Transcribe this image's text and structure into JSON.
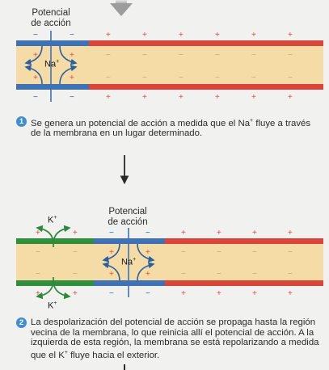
{
  "diagram1": {
    "label_line1": "Potencial",
    "label_line2": "de acción",
    "ion_label": "Na",
    "ion_charge": "+",
    "step_number": "1",
    "caption_part1": "Se genera un potencial de acción a medida que el Na",
    "caption_sup": "+",
    "caption_part2": " fluye a través de la membrana en un lugar determinado."
  },
  "diagram2": {
    "label_line1": "Potencial",
    "label_line2": "de acción",
    "ion_na_label": "Na",
    "ion_k_label": "K",
    "ion_charge": "+",
    "step_number": "2",
    "caption_part1": "La despolarización del potencial de acción se propaga hasta la región vecina de la membrana, lo que reinicia allí el potencial de acción. A la izquierda de esta región, la membrana se está repolarizando a medida que el K",
    "caption_sup": "+",
    "caption_part2": " fluye hacia el exterior."
  },
  "symbols": {
    "plus": "+",
    "minus": "−"
  },
  "colors": {
    "resting_red": "#d9453a",
    "depolarized_blue": "#3f72b5",
    "repolarizing_green": "#2f8f3a",
    "axoplasm": "#f5dca6",
    "inside_minus": "#d8b77a",
    "outside_plus": "#d84a4a",
    "arrow_blue": "#2c5fa0",
    "arrow_green": "#2d8a3a",
    "step_circle": "#3f8fce"
  }
}
